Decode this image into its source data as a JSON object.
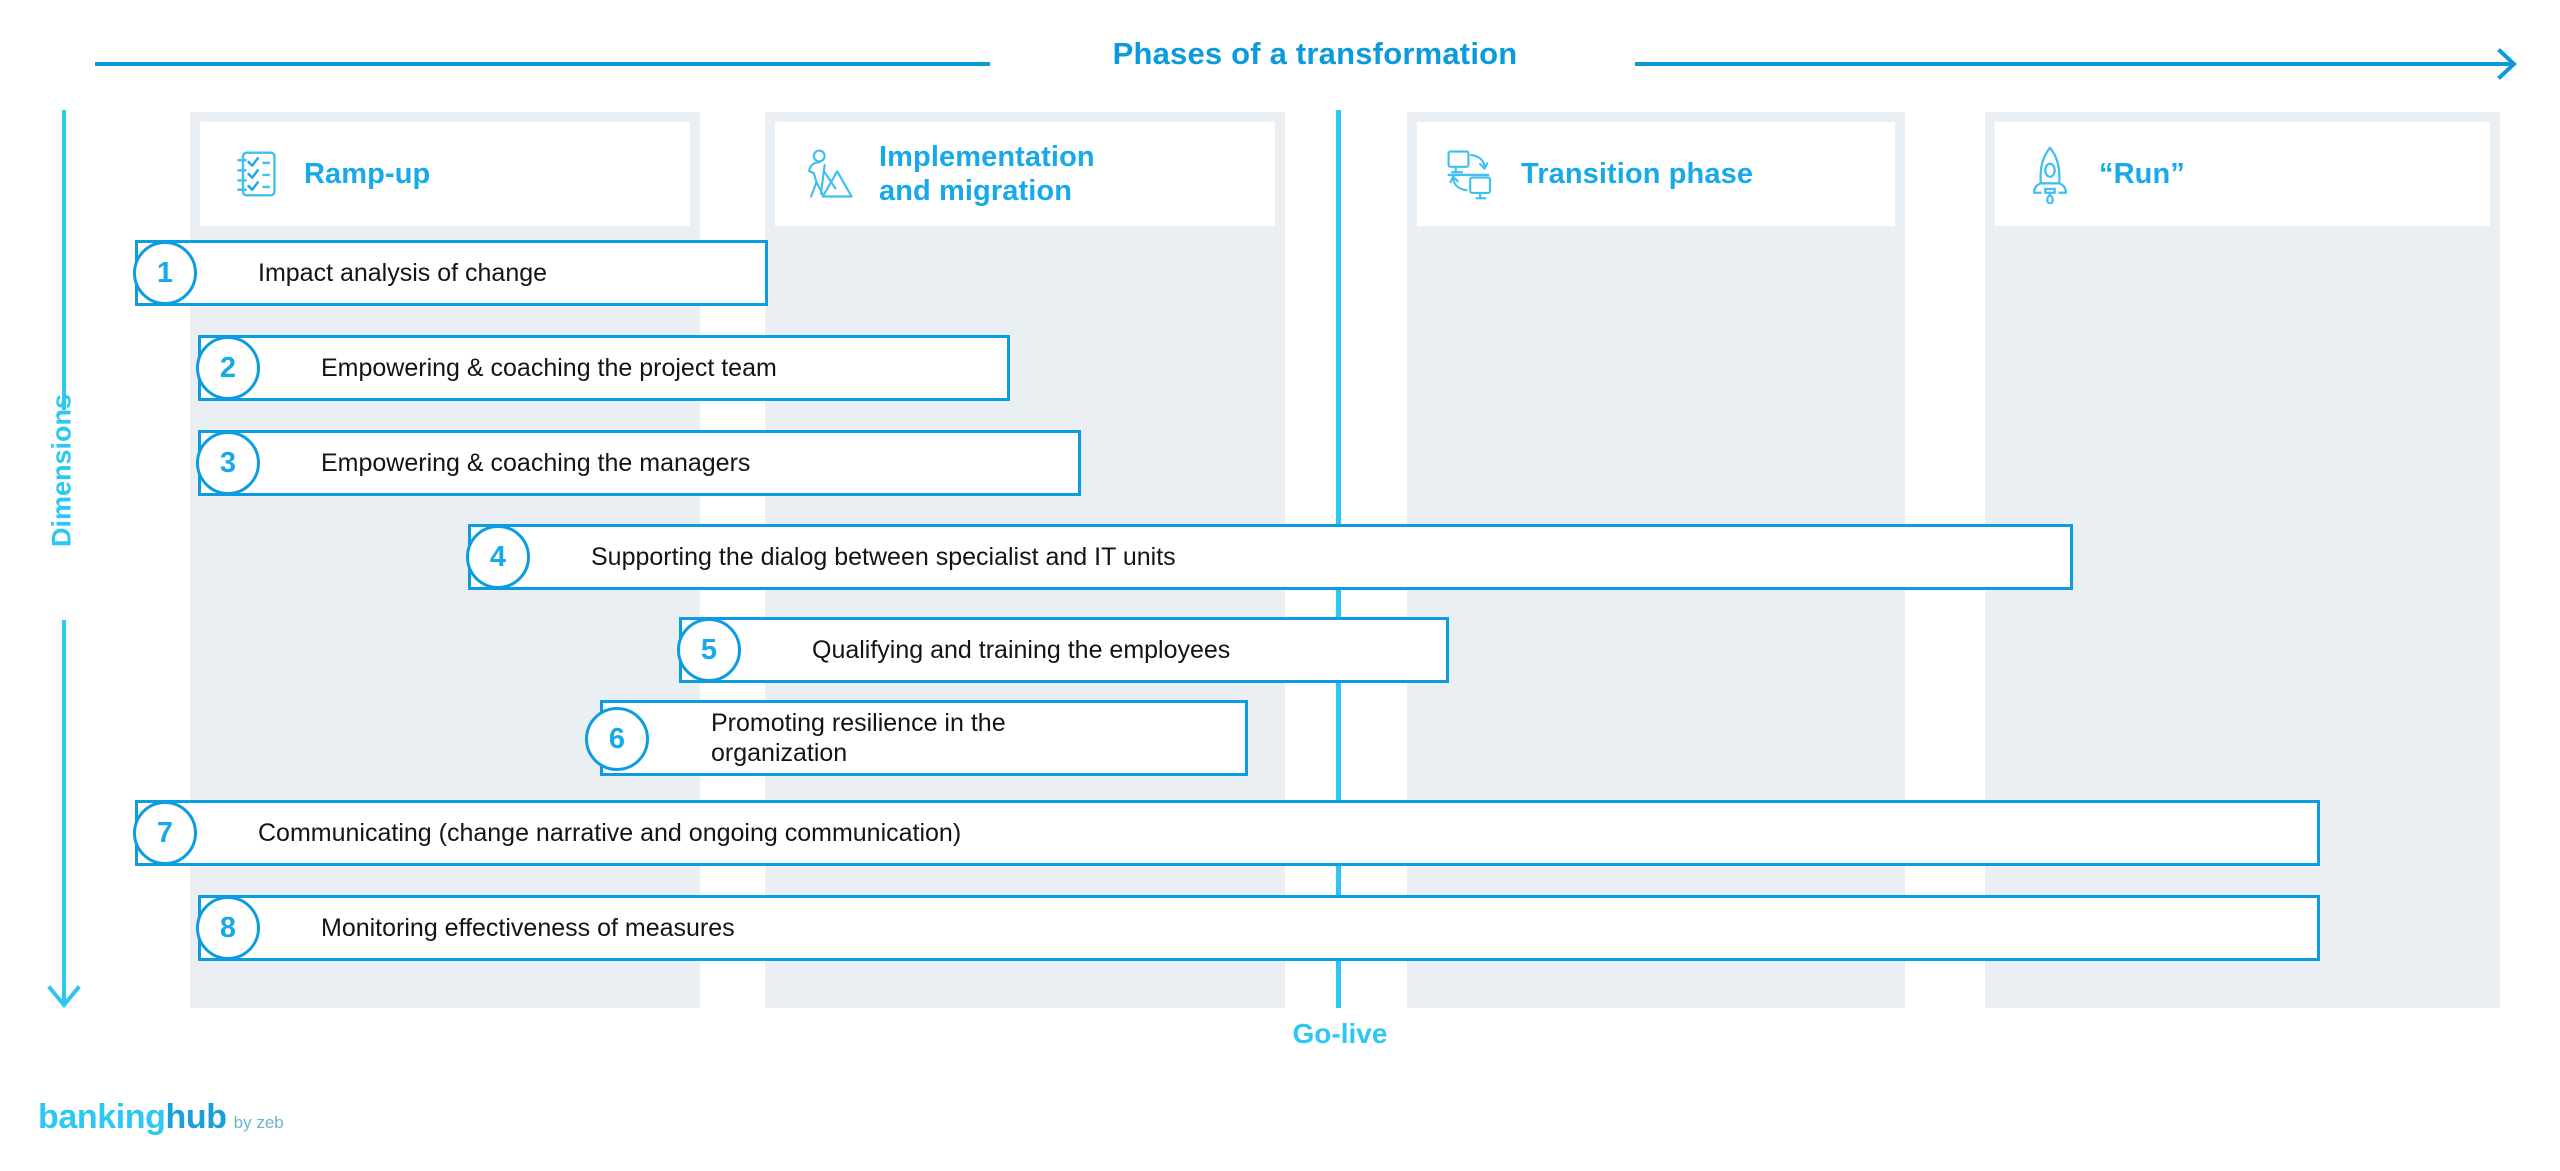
{
  "header": {
    "title": "Phases of a transformation",
    "arrow_icon": "arrow-right-icon"
  },
  "vertical_axis": {
    "label": "Dimensions",
    "arrow_icon": "arrow-down-icon"
  },
  "golive": {
    "label": "Go-live"
  },
  "phases": [
    {
      "label": "Ramp-up",
      "icon": "checklist-icon"
    },
    {
      "label": "Implementation\nand migration",
      "icon": "hiker-mountain-icon"
    },
    {
      "label": "Transition phase",
      "icon": "monitor-migration-icon"
    },
    {
      "label": "“Run”",
      "icon": "rocket-icon"
    }
  ],
  "measures": [
    {
      "number": "1",
      "text": "Impact analysis of change"
    },
    {
      "number": "2",
      "text": "Empowering & coaching the project team"
    },
    {
      "number": "3",
      "text": "Empowering & coaching the managers"
    },
    {
      "number": "4",
      "text": "Supporting the dialog between specialist and IT units"
    },
    {
      "number": "5",
      "text": "Qualifying and training the employees"
    },
    {
      "number": "6",
      "text": "Promoting resilience in the organization"
    },
    {
      "number": "7",
      "text": "Communicating (change narrative and ongoing communication)"
    },
    {
      "number": "8",
      "text": "Monitoring effectiveness of measures"
    }
  ],
  "logo": {
    "part1": "banking",
    "part2": "hub",
    "part3": "by zeb"
  },
  "colors": {
    "primary_blue": "#0e9ce0",
    "accent_cyan": "#2cc8f2",
    "heading_blue": "#17a9e8",
    "column_bg": "#e9eff3",
    "text": "#111418"
  }
}
